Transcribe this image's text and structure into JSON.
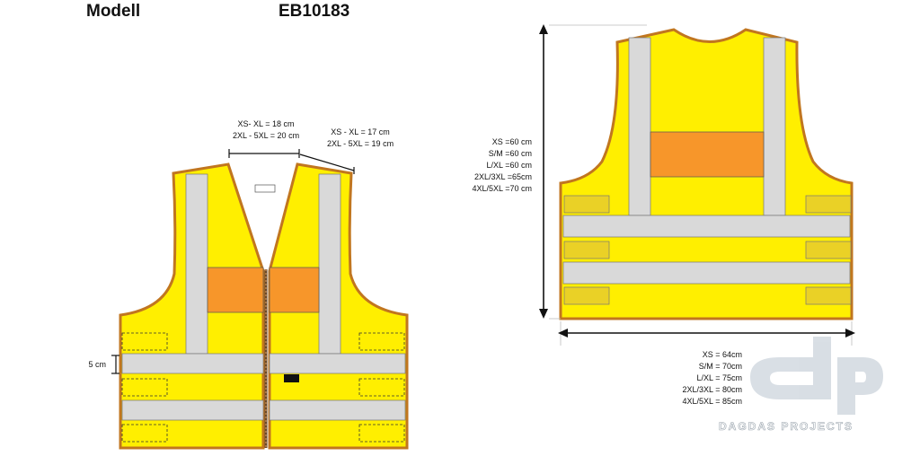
{
  "header": {
    "model_label": "Modell",
    "model_number": "EB10183"
  },
  "front": {
    "neck_width": [
      "XS- XL = 18 cm",
      "2XL - 5XL = 20 cm"
    ],
    "shoulder_width": [
      "XS - XL = 17 cm",
      "2XL - 5XL = 19 cm"
    ],
    "band_width": "5 cm"
  },
  "back": {
    "length": [
      "XS =60 cm",
      "S/M =60 cm",
      "L/XL =60 cm",
      "2XL/3XL =65cm",
      "4XL/5XL =70 cm"
    ],
    "width": [
      "XS = 64cm",
      "S/M = 70cm",
      "L/XL = 75cm",
      "2XL/3XL = 80cm",
      "4XL/5XL = 85cm"
    ]
  },
  "watermark": {
    "text": "DAGDAS PROJECTS",
    "logo": "dp-logo"
  },
  "colors": {
    "vest_yellow": "#ffef00",
    "reflective_grey": "#d9d9d9",
    "piping_orange": "#c1761f",
    "label_orange": "#f7962a",
    "pocket_yellow": "#ead126"
  }
}
